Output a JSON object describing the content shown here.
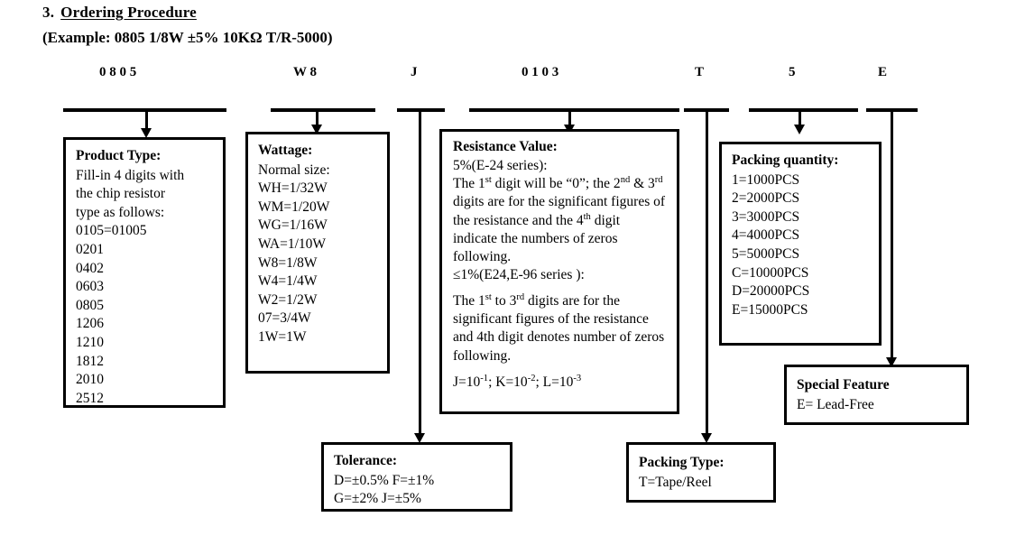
{
  "section": {
    "number": "3.",
    "title": "Ordering Procedure",
    "example": "(Example: 0805 1/8W ±5% 10KΩ T/R-5000)"
  },
  "part_code": {
    "product_type": "0  8  0  5",
    "wattage": "W  8",
    "tolerance": "J",
    "resistance": "0   1   0   3",
    "packing_type": "T",
    "packing_quantity": "5",
    "special_feature": "E"
  },
  "boxes": {
    "product_type": {
      "heading": "Product Type:",
      "lines": [
        "Fill-in 4 digits with",
        "the chip resistor",
        "type as follows:",
        "0105=01005",
        "0201",
        "0402",
        "0603",
        "0805",
        "1206",
        "1210",
        "1812",
        "2010",
        "2512"
      ]
    },
    "wattage": {
      "heading": "Wattage:",
      "lines": [
        "Normal size:",
        "WH=1/32W",
        "WM=1/20W",
        "WG=1/16W",
        "WA=1/10W",
        "W8=1/8W",
        "W4=1/4W",
        "W2=1/2W",
        "07=3/4W",
        "1W=1W"
      ]
    },
    "resistance": {
      "heading": "Resistance Value:",
      "line_e24": "5%(E-24 series):",
      "para_e24_a": "The 1",
      "para_e24_sup1": "st",
      "para_e24_b": " digit will be “0”; the 2",
      "para_e24_sup2": "nd",
      "para_e24_c": " & 3",
      "para_e24_sup3": "rd",
      "para_e24_d": " digits are for the significant figures of the resistance and the 4",
      "para_e24_sup4": "th",
      "para_e24_e": " digit indicate the numbers of zeros following.",
      "line_e96": "≤1%(E24,E-96 series ):",
      "para_e96_a": "The 1",
      "para_e96_sup1": "st",
      "para_e96_b": " to 3",
      "para_e96_sup2": "rd",
      "para_e96_c": " digits are for the significant figures of the resistance and 4th digit denotes number of zeros following.",
      "multiplier_a": "J=10",
      "multiplier_sup1": "-1",
      "multiplier_b": "; K=10",
      "multiplier_sup2": "-2",
      "multiplier_c": "; L=10",
      "multiplier_sup3": "-3"
    },
    "packing_quantity": {
      "heading": "Packing quantity:",
      "lines": [
        "1=1000PCS",
        "2=2000PCS",
        "3=3000PCS",
        "4=4000PCS",
        "5=5000PCS",
        "C=10000PCS",
        "D=20000PCS",
        "E=15000PCS"
      ]
    },
    "special_feature": {
      "heading": "Special Feature",
      "lines": [
        "E= Lead-Free"
      ]
    },
    "tolerance": {
      "heading": "Tolerance:",
      "lines": [
        "D=±0.5%  F=±1%",
        "G=±2%   J=±5%"
      ]
    },
    "packing_type": {
      "heading": "Packing Type:",
      "lines": [
        "T=Tape/Reel"
      ]
    }
  },
  "colors": {
    "ink": "#000000",
    "paper": "#ffffff"
  }
}
